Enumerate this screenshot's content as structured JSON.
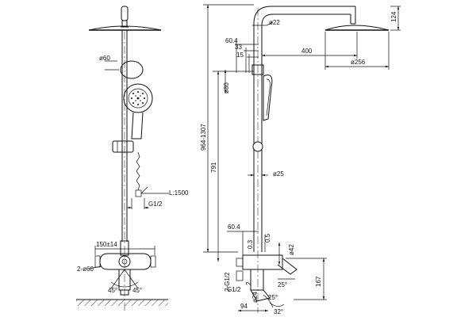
{
  "left_view": {
    "labels": {
      "d60": "ø60",
      "hose_length": "L:1500",
      "thread": "G1/2",
      "spacing": "150±14",
      "escutcheon": "2-ø60",
      "angle_left": "45°",
      "angle_right": "45°"
    }
  },
  "right_view": {
    "labels": {
      "height_range": "964-1307",
      "height_791": "791",
      "d22": "ø22",
      "d256": "ø256",
      "dim_124": "124",
      "dim_60_4_top": "60.4",
      "dim_33": "33",
      "dim_15": "15",
      "dim_400": "400",
      "d80": "ø80",
      "d25": "ø25",
      "dim_60_4_low": "60.4",
      "dim_0_3": "0.3",
      "dim_0_5": "0.5",
      "d42": "ø42",
      "dim_167": "167",
      "thread_2_g1_2": "2-G1/2",
      "thread_g1_2": "G1/2",
      "angle_25_low": "25°",
      "angle_25_right": "25°",
      "angle_32": "32°",
      "dim_2": "2",
      "d24": "ø24",
      "dim_94": "94"
    }
  }
}
